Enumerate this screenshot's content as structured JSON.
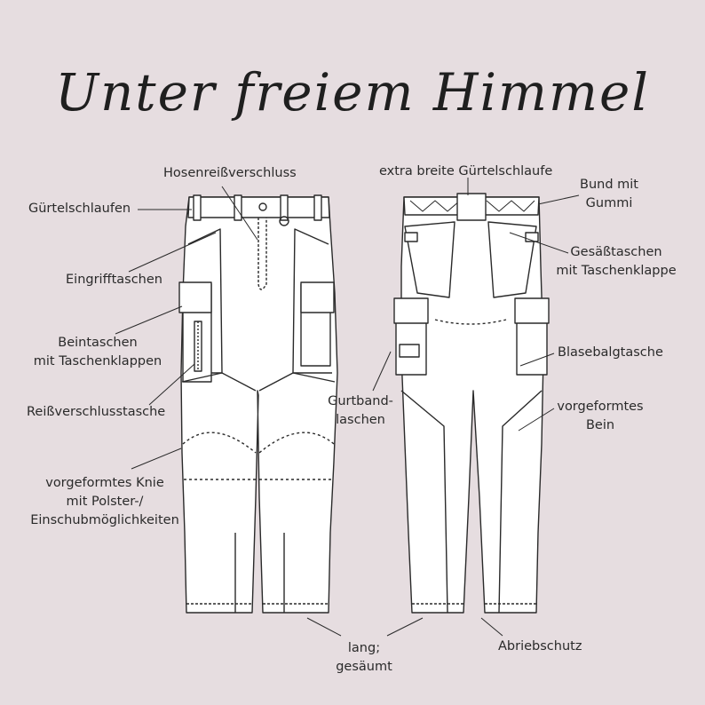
{
  "title": "Unter freiem Himmel",
  "front_labels": {
    "fly_zip": "Hosenreißverschluss",
    "belt_loops": "Gürtelschlaufen",
    "slant_pockets": "Eingrifftaschen",
    "leg_pockets_1": "Beintaschen",
    "leg_pockets_2": "mit Taschenklappen",
    "zip_pocket": "Reißverschlusstasche",
    "knee_1": "vorgeformtes Knie",
    "knee_2": "mit Polster-/",
    "knee_3": "Einschubmöglichkeiten"
  },
  "back_labels": {
    "wide_loop": "extra breite Gürtelschlaufe",
    "waistband_1": "Bund mit",
    "waistband_2": "Gummi",
    "seat_pockets_1": "Gesäßtaschen",
    "seat_pockets_2": "mit Taschenklappe",
    "bellows": "Blasebalgtasche",
    "webbing_1": "Gurtband-",
    "webbing_2": "laschen",
    "leg_1": "vorgeformtes",
    "leg_2": "Bein",
    "abrasion": "Abriebschutz"
  },
  "bottom_labels": {
    "length_1": "lang;",
    "length_2": "gesäumt"
  },
  "colors": {
    "background": "#e6dde0",
    "line": "#2a2a2a",
    "garment_fill": "#ffffff"
  }
}
